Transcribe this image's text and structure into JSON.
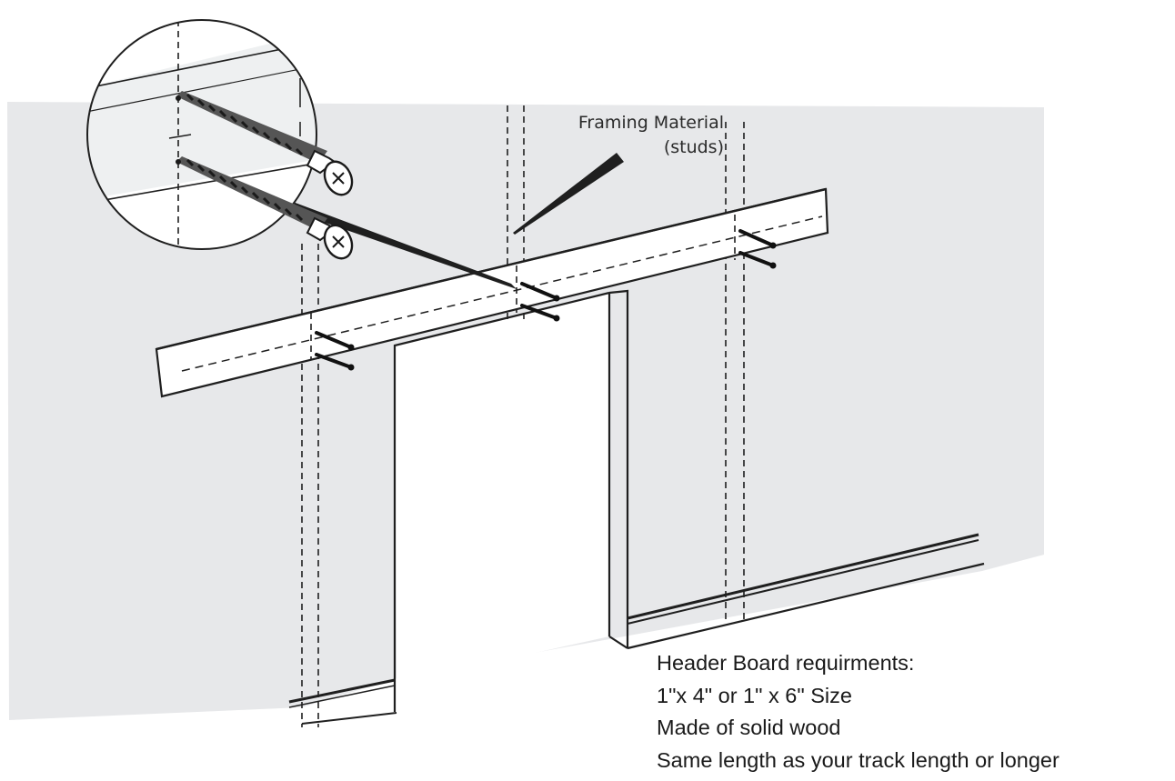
{
  "callout": {
    "line1": "Framing Material",
    "line2": "(studs)"
  },
  "requirements": {
    "heading": "Header Board requirments:",
    "items": [
      "1\"x 4\" or 1\" x 6\" Size",
      "Made of solid wood",
      "Same length as your track length or longer"
    ]
  },
  "colors": {
    "wall": "#e7e8ea",
    "line": "#1f1f1f",
    "board": "#ffffff",
    "opening": "#ffffff"
  },
  "icons": {
    "zoom_inset": "magnifier-circle-icon",
    "screw": "screw-icon"
  }
}
